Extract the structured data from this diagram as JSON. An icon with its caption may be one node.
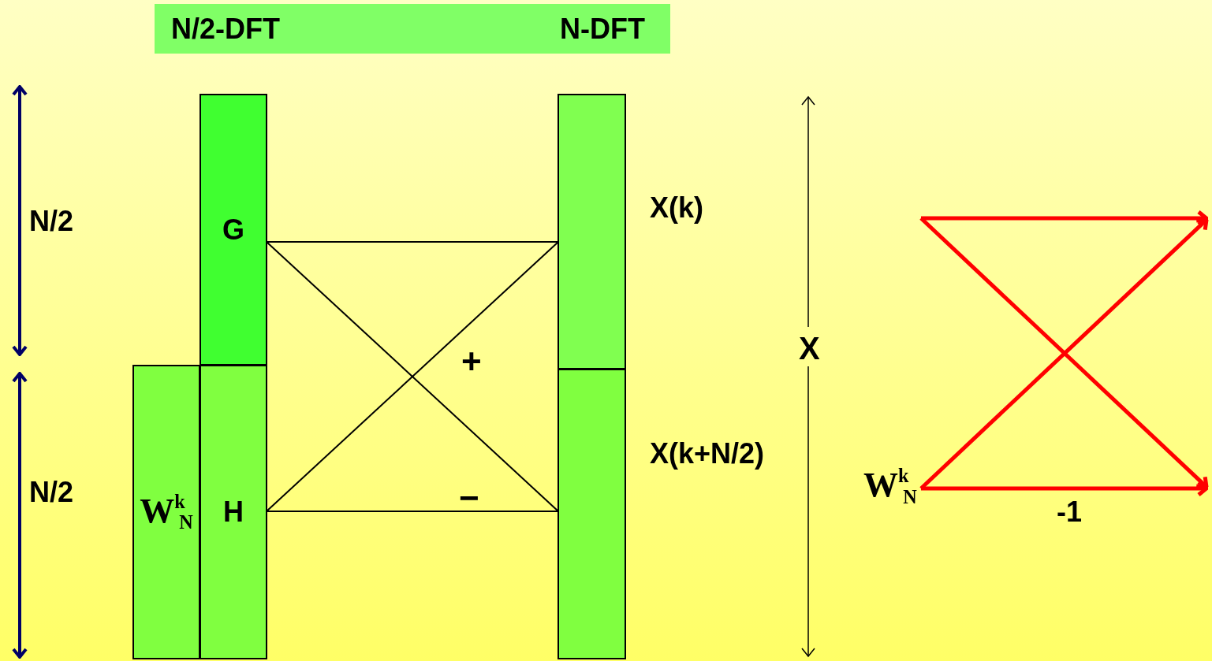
{
  "diagram": {
    "nodes": [
      {
        "text": [
          "N/2-DFT",
          "N-DFT"
        ]
      },
      {
        "text": [
          "W$^{k}$$_{N}$"
        ]
      },
      {
        "text": [
          "G"
        ]
      },
      {
        "text": [
          "H"
        ]
      },
      {
        "text": [],
        "shape": "box",
        "beside": [
          "X(k)"
        ]
      },
      {
        "text": [],
        "shape": "box",
        "beside": [
          "X(k+N/2)"
        ]
      }
    ],
    "edges": [
      {
        "from": 2,
        "to": 4,
        "arrow": "none"
      },
      {
        "from": 2,
        "to": 5,
        "arrow": "none"
      },
      {
        "from": 3,
        "to": 4,
        "arrow": "none"
      },
      {
        "from": 3,
        "to": 5,
        "arrow": "none"
      }
    ],
    "labels": [
      "N/2",
      "+",
      "X",
      "−",
      "N/2",
      "W$^{k}$$_{N}$",
      "-1"
    ]
  }
}
